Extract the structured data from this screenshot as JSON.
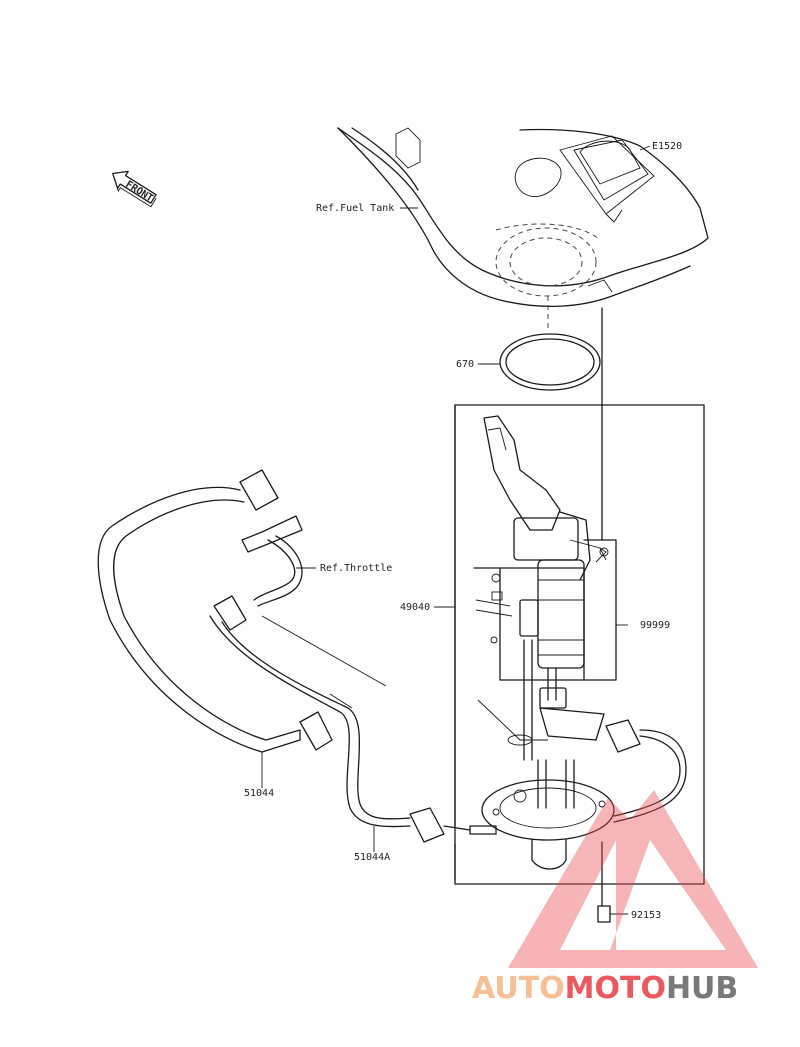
{
  "diagram_code": "E1520",
  "front_marker": "FRONT",
  "callouts": {
    "fuel_tank": "Ref.Fuel Tank",
    "gasket": "670",
    "pump_assembly": "49040",
    "bracket_kit": "99999",
    "throttle": "Ref.Throttle",
    "hose_1": "51044",
    "hose_2": "51044A",
    "bolt": "92153"
  },
  "watermark": {
    "part1": "AUTO",
    "part2": "MOTO",
    "part3": "HUB",
    "color_light": "#f7b98a",
    "color_red": "#e8484c",
    "color_gray": "#6b6b6b"
  }
}
